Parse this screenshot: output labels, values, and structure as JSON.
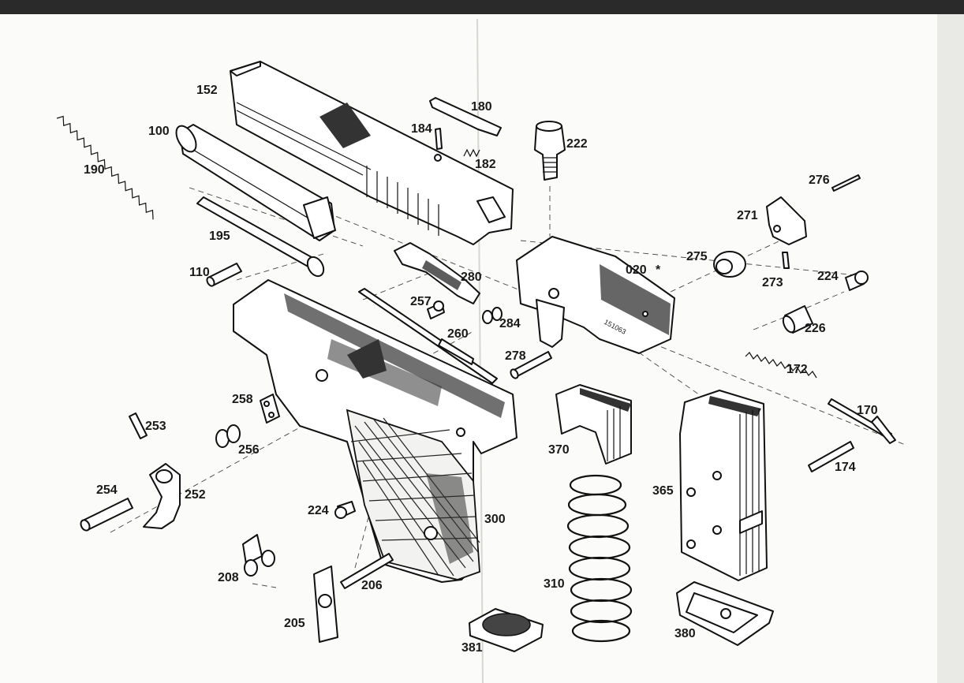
{
  "diagram": {
    "parts": [
      {
        "id": "p152",
        "label": "152"
      },
      {
        "id": "p180",
        "label": "180"
      },
      {
        "id": "p184",
        "label": "184"
      },
      {
        "id": "p182",
        "label": "182"
      },
      {
        "id": "p222",
        "label": "222"
      },
      {
        "id": "p100",
        "label": "100"
      },
      {
        "id": "p190",
        "label": "190"
      },
      {
        "id": "p195",
        "label": "195"
      },
      {
        "id": "p110",
        "label": "110"
      },
      {
        "id": "p276",
        "label": "276"
      },
      {
        "id": "p271",
        "label": "271"
      },
      {
        "id": "p275",
        "label": "275"
      },
      {
        "id": "p020",
        "label": "020"
      },
      {
        "id": "p273",
        "label": "273"
      },
      {
        "id": "p224a",
        "label": "224"
      },
      {
        "id": "p280",
        "label": "280"
      },
      {
        "id": "p257",
        "label": "257"
      },
      {
        "id": "p284",
        "label": "284"
      },
      {
        "id": "p260",
        "label": "260"
      },
      {
        "id": "p226",
        "label": "226"
      },
      {
        "id": "p278",
        "label": "278"
      },
      {
        "id": "p172",
        "label": "172"
      },
      {
        "id": "p258",
        "label": "258"
      },
      {
        "id": "p170",
        "label": "170"
      },
      {
        "id": "p253",
        "label": "253"
      },
      {
        "id": "p256",
        "label": "256"
      },
      {
        "id": "p370",
        "label": "370"
      },
      {
        "id": "p174",
        "label": "174"
      },
      {
        "id": "p254",
        "label": "254"
      },
      {
        "id": "p252",
        "label": "252"
      },
      {
        "id": "p365",
        "label": "365"
      },
      {
        "id": "p224b",
        "label": "224"
      },
      {
        "id": "p300",
        "label": "300"
      },
      {
        "id": "p208",
        "label": "208"
      },
      {
        "id": "p206",
        "label": "206"
      },
      {
        "id": "p310",
        "label": "310"
      },
      {
        "id": "p205",
        "label": "205"
      },
      {
        "id": "p380",
        "label": "380"
      },
      {
        "id": "p381",
        "label": "381"
      }
    ],
    "frame_marking": "151063",
    "asterisk": "*"
  }
}
